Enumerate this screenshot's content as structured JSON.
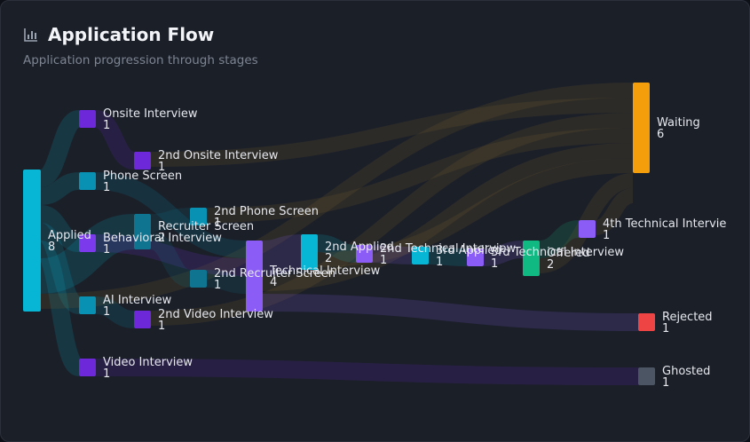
{
  "header": {
    "title": "Application Flow",
    "subtitle": "Application progression through stages",
    "icon": "bar-chart-icon"
  },
  "chart_data": {
    "type": "sankey",
    "nodes": [
      {
        "id": "applied",
        "label": "Applied",
        "value": 8,
        "color": "#06b6d4"
      },
      {
        "id": "onsite",
        "label": "Onsite Interview",
        "value": 1,
        "color": "#6d28d9"
      },
      {
        "id": "phone",
        "label": "Phone Screen",
        "value": 1,
        "color": "#0891b2"
      },
      {
        "id": "behavioral",
        "label": "Behavioral Interview",
        "value": 1,
        "color": "#7c3aed"
      },
      {
        "id": "ai",
        "label": "AI Interview",
        "value": 1,
        "color": "#0891b2"
      },
      {
        "id": "video",
        "label": "Video Interview",
        "value": 1,
        "color": "#6d28d9"
      },
      {
        "id": "onsite2",
        "label": "2nd Onsite Interview",
        "value": 1,
        "color": "#6d28d9"
      },
      {
        "id": "recruiter",
        "label": "Recruiter Screen",
        "value": 2,
        "color": "#0e7490"
      },
      {
        "id": "video2",
        "label": "2nd Video Interview",
        "value": 1,
        "color": "#6d28d9"
      },
      {
        "id": "phone2",
        "label": "2nd Phone Screen",
        "value": 1,
        "color": "#0891b2"
      },
      {
        "id": "recruiter2",
        "label": "2nd Recruiter Screen",
        "value": 1,
        "color": "#0e7490"
      },
      {
        "id": "technical",
        "label": "Technical Interview",
        "value": 4,
        "color": "#8b5cf6"
      },
      {
        "id": "applied2",
        "label": "2nd Applied",
        "value": 2,
        "color": "#06b6d4"
      },
      {
        "id": "tech2",
        "label": "2nd Technical Interview",
        "value": 1,
        "color": "#8b5cf6"
      },
      {
        "id": "applied3",
        "label": "3rd Applied",
        "value": 1,
        "color": "#06b6d4"
      },
      {
        "id": "tech3",
        "label": "3rd Technical Interview",
        "value": 1,
        "color": "#8b5cf6"
      },
      {
        "id": "offered",
        "label": "Offered",
        "value": 2,
        "color": "#10b981"
      },
      {
        "id": "tech4",
        "label": "4th Technical Intervie",
        "value": 1,
        "color": "#8b5cf6"
      },
      {
        "id": "waiting",
        "label": "Waiting",
        "value": 6,
        "color": "#f59e0b"
      },
      {
        "id": "rejected",
        "label": "Rejected",
        "value": 1,
        "color": "#ef4444"
      },
      {
        "id": "ghosted",
        "label": "Ghosted",
        "value": 1,
        "color": "#4b5563"
      }
    ],
    "links": [
      {
        "source": "applied",
        "target": "onsite",
        "value": 1
      },
      {
        "source": "applied",
        "target": "phone",
        "value": 1
      },
      {
        "source": "applied",
        "target": "behavioral",
        "value": 1
      },
      {
        "source": "applied",
        "target": "ai",
        "value": 1
      },
      {
        "source": "applied",
        "target": "video",
        "value": 1
      },
      {
        "source": "applied",
        "target": "recruiter",
        "value": 2
      },
      {
        "source": "applied",
        "target": "waiting",
        "value": 1
      },
      {
        "source": "onsite",
        "target": "onsite2",
        "value": 1
      },
      {
        "source": "phone",
        "target": "technical",
        "value": 1
      },
      {
        "source": "behavioral",
        "target": "technical",
        "value": 1
      },
      {
        "source": "ai",
        "target": "video2",
        "value": 1
      },
      {
        "source": "video",
        "target": "ghosted",
        "value": 1
      },
      {
        "source": "onsite2",
        "target": "waiting",
        "value": 1
      },
      {
        "source": "recruiter",
        "target": "phone2",
        "value": 1
      },
      {
        "source": "recruiter",
        "target": "recruiter2",
        "value": 1
      },
      {
        "source": "video2",
        "target": "waiting",
        "value": 1
      },
      {
        "source": "phone2",
        "target": "waiting",
        "value": 1
      },
      {
        "source": "recruiter2",
        "target": "technical",
        "value": 1
      },
      {
        "source": "technical",
        "target": "applied2",
        "value": 2
      },
      {
        "source": "technical",
        "target": "waiting",
        "value": 1
      },
      {
        "source": "technical",
        "target": "rejected",
        "value": 1
      },
      {
        "source": "applied2",
        "target": "tech2",
        "value": 1
      },
      {
        "source": "applied2",
        "target": "waiting",
        "value": 1
      },
      {
        "source": "tech2",
        "target": "applied3",
        "value": 1
      },
      {
        "source": "applied3",
        "target": "tech3",
        "value": 1
      },
      {
        "source": "tech3",
        "target": "offered",
        "value": 1
      },
      {
        "source": "offered",
        "target": "tech4",
        "value": 1
      },
      {
        "source": "offered",
        "target": "waiting",
        "value": 1
      },
      {
        "source": "tech4",
        "target": "waiting",
        "value": 1
      }
    ]
  }
}
